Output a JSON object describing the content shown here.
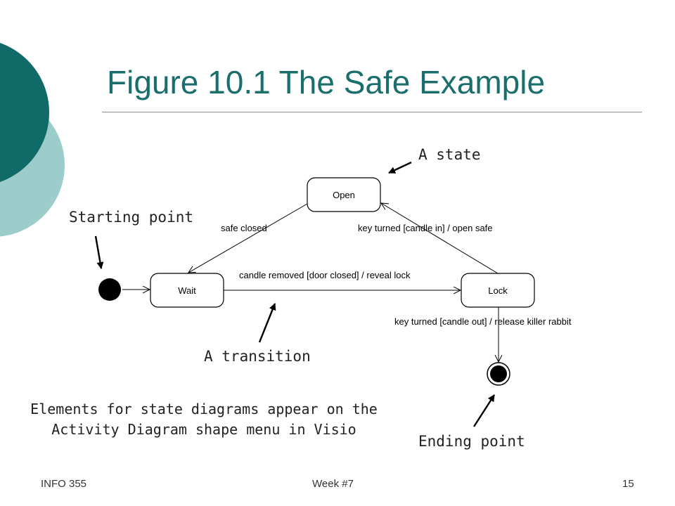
{
  "slide": {
    "title": "Figure 10.1 The Safe Example",
    "accent_dark": "#106b68",
    "accent_light": "#9ccdcb",
    "title_color": "#1a6f6c"
  },
  "diagram": {
    "states": [
      {
        "id": "open",
        "label": "Open"
      },
      {
        "id": "wait",
        "label": "Wait"
      },
      {
        "id": "lock",
        "label": "Lock"
      }
    ],
    "transitions": [
      {
        "id": "safe-closed",
        "label": "safe closed"
      },
      {
        "id": "key-turned-candle-in",
        "label": "key turned [candle in] / open safe"
      },
      {
        "id": "candle-removed",
        "label": "candle removed [door closed]  / reveal lock"
      },
      {
        "id": "key-turned-candle-out",
        "label": "key turned [candle out] / release killer rabbit"
      }
    ]
  },
  "callouts": {
    "state": "A state",
    "starting_point": "Starting point",
    "transition": "A transition",
    "ending_point": "Ending point"
  },
  "note": "Elements for state diagrams appear on the Activity Diagram shape menu in Visio",
  "footer": {
    "course": "INFO 355",
    "week": "Week #7",
    "page": "15"
  }
}
